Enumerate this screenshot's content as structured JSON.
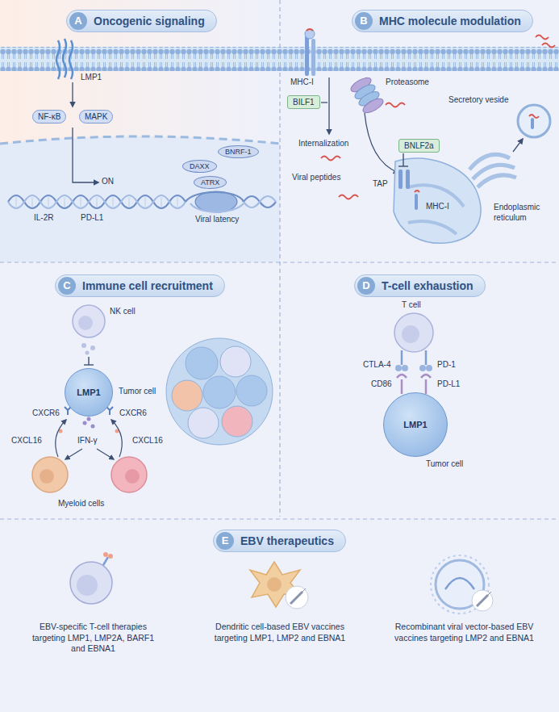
{
  "diagram": {
    "nodes": [
      {
        "text": [
          "A",
          "Oncogenic signaling"
        ]
      },
      {
        "text": [
          "NF-κB"
        ]
      },
      {
        "text": [
          "MAPK"
        ]
      },
      {
        "text": [
          "BNRF-1"
        ]
      },
      {
        "text": [
          "DAXX"
        ]
      },
      {
        "text": [
          "ATRX"
        ]
      },
      {
        "text": [
          "B",
          "MHC molecule modulation"
        ]
      },
      {
        "text": [
          "BILF1"
        ]
      },
      {
        "text": [
          "BNLF2a"
        ]
      },
      {
        "text": [
          "C",
          "Immune cell recruitment"
        ]
      },
      {
        "text": [
          "LMP1",
          "Tumor cell"
        ]
      },
      {
        "text": [
          "D",
          "T-cell exhaustion"
        ]
      },
      {
        "text": [
          "LMP1",
          "Tumor cell"
        ]
      },
      {
        "text": [
          "E",
          "EBV therapeutics"
        ]
      }
    ],
    "labels": [
      "LMP1",
      "ON",
      "IL-2R",
      "PD-L1",
      "Viral latency",
      "MHC-I",
      "Internalization",
      "Proteasome",
      "Viral peptides",
      "TAP",
      "MHC-I",
      "Endoplasmic reticulum",
      "Secretory veside",
      "NK cell",
      "CXCR6",
      "CXCR6",
      "CXCL16",
      "CXCL16",
      "IFN-γ",
      "Myeloid cells",
      "T cell",
      "CTLA-4",
      "PD-1",
      "CD86",
      "PD-L1",
      "EBV-specific T-cell therapies targeting LMP1, LMP2A, BARF1 and EBNA1",
      "Dendritic cell-based EBV vaccines targeting LMP1, LMP2 and EBNA1",
      "Recombinant viral vector-based EBV vaccines targeting LMP2 and EBNA1"
    ]
  }
}
